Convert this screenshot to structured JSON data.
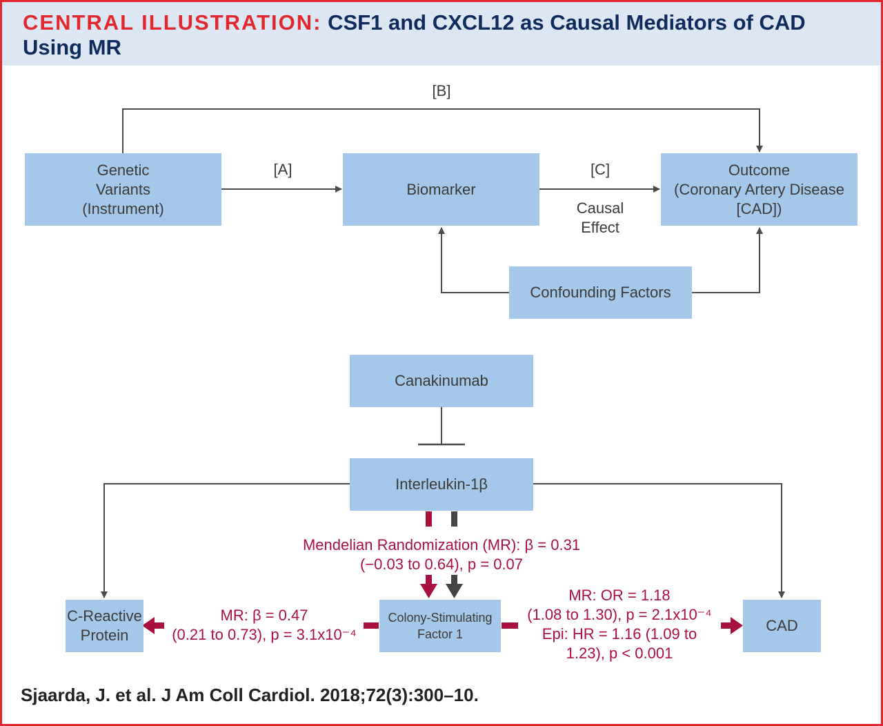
{
  "header": {
    "label": "CENTRAL ILLUSTRATION:",
    "title": "CSF1 and CXCL12 as Causal Mediators of CAD Using MR"
  },
  "mr_diagram": {
    "genetic_variants": "Genetic\nVariants\n(Instrument)",
    "biomarker": "Biomarker",
    "outcome": "Outcome\n(Coronary Artery Disease\n[CAD])",
    "confounding": "Confounding Factors",
    "label_a": "[A]",
    "label_b": "[B]",
    "label_c": "[C]",
    "causal_effect": "Causal\nEffect"
  },
  "pathway": {
    "canakinumab": "Canakinumab",
    "interleukin": "Interleukin-1β",
    "crp": "C-Reactive\nProtein",
    "csf1": "Colony-Stimulating\nFactor 1",
    "cad": "CAD",
    "mr_il_csf1": "Mendelian  Randomization (MR): β = 0.31\n(−0.03 to 0.64), p = 0.07",
    "mr_csf1_crp": "MR: β = 0.47\n(0.21 to 0.73), p = 3.1x10⁻⁴",
    "mr_csf1_cad": "MR: OR = 1.18\n(1.08 to 1.30), p = 2.1x10⁻⁴\nEpi: HR = 1.16 (1.09 to\n1.23), p < 0.001"
  },
  "citation": "Sjaarda, J. et al. J Am Coll Cardiol. 2018;72(3):300–10.",
  "colors": {
    "border": "#e0282e",
    "header_bg": "#dde7f4",
    "title": "#0e2b5c",
    "box": "#a4c8e9",
    "line": "#4a4a4a",
    "mr_red": "#a8113e"
  }
}
